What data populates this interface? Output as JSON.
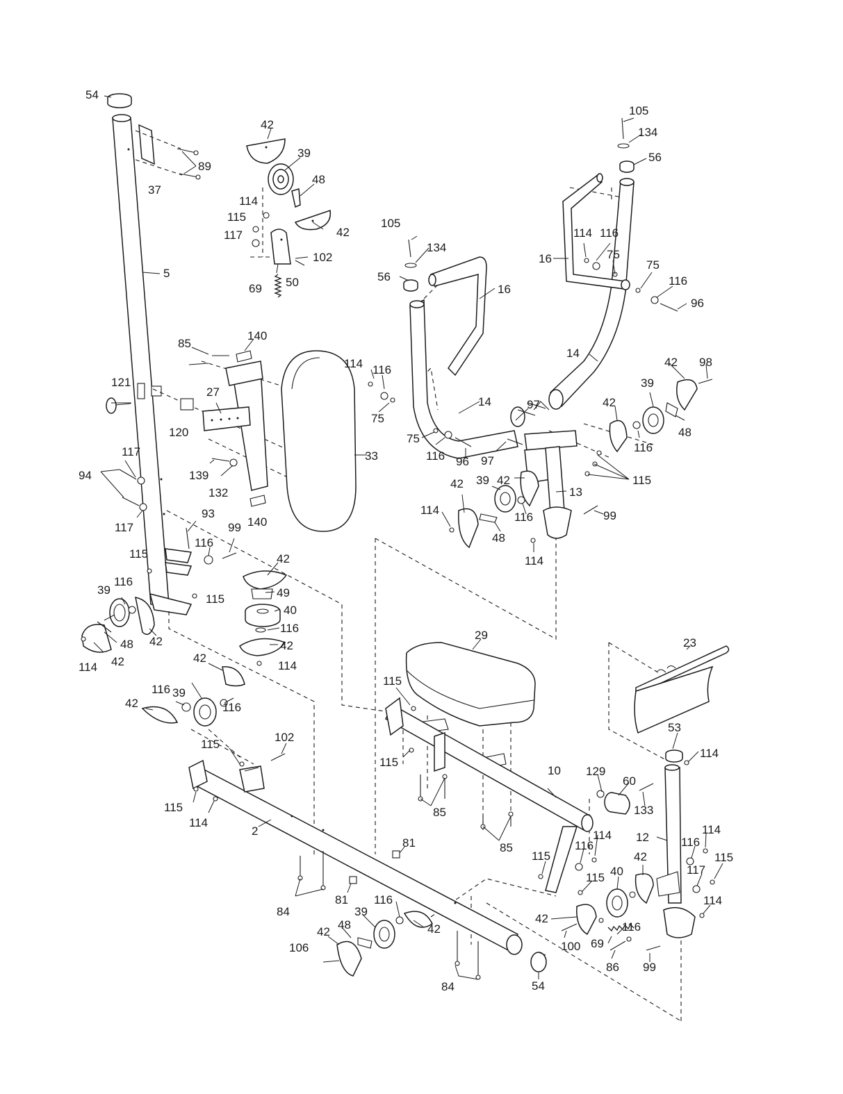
{
  "labels": {
    "p54a": "54",
    "p37": "37",
    "p89": "89",
    "p5": "5",
    "p121": "121",
    "p120": "120",
    "p117a": "117",
    "p94": "94",
    "p117b": "117",
    "p93": "93",
    "p99a": "99",
    "p116a": "116",
    "p115a": "115",
    "p39a": "39",
    "p116b": "116",
    "p48a": "48",
    "p42a": "42",
    "p114a": "114",
    "p42b": "42",
    "p115b": "115",
    "p42c": "42",
    "p39b": "39",
    "p48b": "48",
    "p114b": "114",
    "p115c": "115",
    "p117c": "117",
    "p42d": "42",
    "p102a": "102",
    "p50": "50",
    "p69a": "69",
    "p85a": "85",
    "p140a": "140",
    "p27": "27",
    "p139": "139",
    "p132": "132",
    "p140b": "140",
    "p33": "33",
    "p42e": "42",
    "p49": "49",
    "p40a": "40",
    "p116c": "116",
    "p42f": "42",
    "p114c": "114",
    "p42g": "42",
    "p39c": "39",
    "p116d": "116",
    "p116e": "116",
    "p42h": "42",
    "p105a": "105",
    "p134a": "134",
    "p56a": "56",
    "p16a": "16",
    "p114d": "114",
    "p116f": "116",
    "p75a": "75",
    "p14a": "14",
    "p75b": "75",
    "p116g": "116",
    "p96a": "96",
    "p105b": "105",
    "p134b": "134",
    "p56b": "56",
    "p16b": "16",
    "p114e": "114",
    "p116h": "116",
    "p75c": "75",
    "p75d": "75",
    "p116i": "116",
    "p96b": "96",
    "p14b": "14",
    "p97a": "97",
    "p97b": "97",
    "p42i": "42",
    "p98": "98",
    "p39d": "39",
    "p48c": "48",
    "p42j": "42",
    "p116j": "116",
    "p115d": "115",
    "p42k": "42",
    "p39e": "39",
    "p42l": "42",
    "p114f": "114",
    "p48d": "48",
    "p116k": "116",
    "p13": "13",
    "p99b": "99",
    "p114g": "114",
    "p29": "29",
    "p23": "23",
    "p115e": "115",
    "p115f": "115",
    "p85b": "85",
    "p85c": "85",
    "p10": "10",
    "p129": "129",
    "p60": "60",
    "p53": "53",
    "p114h": "114",
    "p133": "133",
    "p12": "12",
    "p115g": "115",
    "p102b": "102",
    "p115h": "115",
    "p114i": "114",
    "p2": "2",
    "p81a": "81",
    "p81b": "81",
    "p84a": "84",
    "p115i": "115",
    "p116l": "116",
    "p114j": "114",
    "p115j": "115",
    "p40b": "40",
    "p42m": "42",
    "p116m": "116",
    "p114k": "114",
    "p117d": "117",
    "p115k": "115",
    "p114l": "114",
    "p42n": "42",
    "p100": "100",
    "p69b": "69",
    "p116n": "116",
    "p86": "86",
    "p99c": "99",
    "p116o": "116",
    "p39f": "39",
    "p42o": "42",
    "p48e": "48",
    "p42p": "42",
    "p106": "106",
    "p84b": "84",
    "p54b": "54"
  }
}
